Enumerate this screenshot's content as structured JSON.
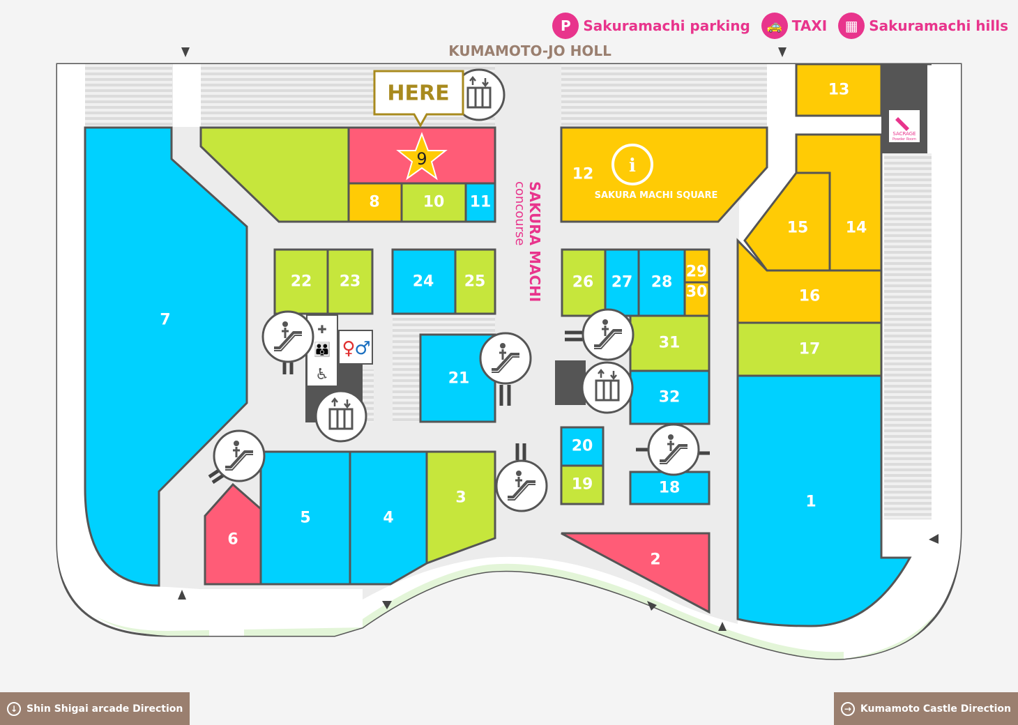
{
  "top_links": [
    {
      "icon_text": "P",
      "label": "Sakuramachi parking",
      "icon": "parking-icon"
    },
    {
      "icon_text": "🚕",
      "label": "TAXI",
      "icon": "taxi-icon"
    },
    {
      "icon_text": "▦",
      "label": "Sakuramachi hills",
      "icon": "building-icon"
    }
  ],
  "map": {
    "street_top": "KUMAMOTO-JO HOLL",
    "concourse_line1": "SAKURA MACHI",
    "concourse_line2": "concourse",
    "square_label": "SAKURA MACHI SQUARE",
    "info_symbol": "i",
    "here_label": "HERE",
    "current_store": "9",
    "powder_room_line1": "SACRAGE",
    "powder_room_line2": "Powder Room"
  },
  "stores": [
    {
      "id": "1",
      "category": "blue"
    },
    {
      "id": "2",
      "category": "red"
    },
    {
      "id": "3",
      "category": "green"
    },
    {
      "id": "4",
      "category": "blue"
    },
    {
      "id": "5",
      "category": "blue"
    },
    {
      "id": "6",
      "category": "red"
    },
    {
      "id": "7",
      "category": "blue"
    },
    {
      "id": "8",
      "category": "orange"
    },
    {
      "id": "9",
      "category": "red"
    },
    {
      "id": "10",
      "category": "green"
    },
    {
      "id": "11",
      "category": "blue"
    },
    {
      "id": "12",
      "category": "orange"
    },
    {
      "id": "13",
      "category": "orange"
    },
    {
      "id": "14",
      "category": "orange"
    },
    {
      "id": "15",
      "category": "orange"
    },
    {
      "id": "16",
      "category": "orange"
    },
    {
      "id": "17",
      "category": "green"
    },
    {
      "id": "18",
      "category": "blue"
    },
    {
      "id": "19",
      "category": "green"
    },
    {
      "id": "20",
      "category": "blue"
    },
    {
      "id": "21",
      "category": "blue"
    },
    {
      "id": "22",
      "category": "green"
    },
    {
      "id": "23",
      "category": "green"
    },
    {
      "id": "24",
      "category": "blue"
    },
    {
      "id": "25",
      "category": "green"
    },
    {
      "id": "26",
      "category": "green"
    },
    {
      "id": "27",
      "category": "blue"
    },
    {
      "id": "28",
      "category": "blue"
    },
    {
      "id": "29",
      "category": "orange"
    },
    {
      "id": "30",
      "category": "orange"
    },
    {
      "id": "31",
      "category": "green"
    },
    {
      "id": "32",
      "category": "blue"
    }
  ],
  "colors": {
    "blue": "#00d1ff",
    "green": "#c6e63c",
    "orange": "#ffcb05",
    "red": "#ff5c77",
    "accent_pink": "#e8348c",
    "here_gold": "#a88a1e",
    "button_brown": "#9a7f6f",
    "corridor": "#ffffff"
  },
  "bottom": {
    "left_label": "Shin Shigai arcade Direction",
    "right_label": "Kumamoto Castle Direction"
  }
}
